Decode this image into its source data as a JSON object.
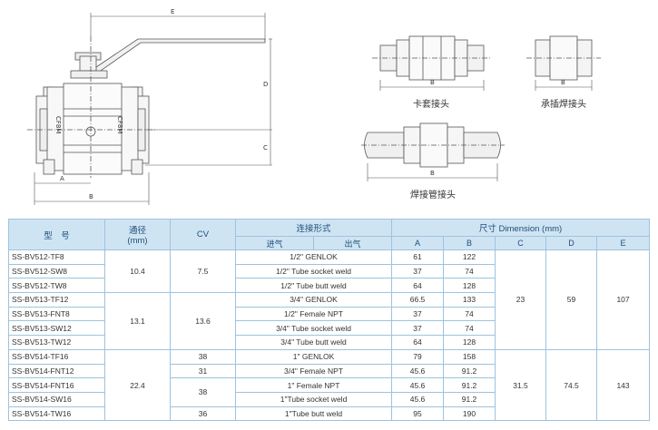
{
  "drawing_labels": {
    "main_dims": {
      "E": "E",
      "D": "D",
      "C": "C",
      "A": "A",
      "B": "B"
    },
    "body_mark_left": "CF8M",
    "body_mark_right": "CF8M",
    "view1_dim": "B",
    "view1_caption": "卡套接头",
    "view2_dim": "B",
    "view2_caption": "承插焊接头",
    "view3_dim": "B",
    "view3_caption": "焊接管接头"
  },
  "table": {
    "headers": {
      "model": "型　号",
      "bore": "通径",
      "bore_unit": "(mm)",
      "cv": "CV",
      "connection": "连接形式",
      "inlet": "进气",
      "outlet": "出气",
      "dimension": "尺寸 Dimension (mm)",
      "A": "A",
      "B": "B",
      "C": "C",
      "D": "D",
      "E": "E"
    },
    "rows": [
      {
        "model": "SS-BV512-TF8",
        "connection": "1/2\" GENLOK",
        "A": "61",
        "B": "122"
      },
      {
        "model": "SS-BV512-SW8",
        "connection": "1/2\" Tube socket weld",
        "A": "37",
        "B": "74"
      },
      {
        "model": "SS-BV512-TW8",
        "connection": "1/2\" Tube butt weld",
        "A": "64",
        "B": "128"
      },
      {
        "model": "SS-BV513-TF12",
        "connection": "3/4\" GENLOK",
        "A": "66.5",
        "B": "133"
      },
      {
        "model": "SS-BV513-FNT8",
        "connection": "1/2\" Female NPT",
        "A": "37",
        "B": "74"
      },
      {
        "model": "SS-BV513-SW12",
        "connection": "3/4\"  Tube socket weld",
        "A": "37",
        "B": "74"
      },
      {
        "model": "SS-BV513-TW12",
        "connection": "3/4\" Tube butt weld",
        "A": "64",
        "B": "128"
      },
      {
        "model": "SS-BV514-TF16",
        "connection": "1\" GENLOK",
        "A": "79",
        "B": "158"
      },
      {
        "model": "SS-BV514-FNT12",
        "connection": "3/4\" Female NPT",
        "A": "45.6",
        "B": "91.2"
      },
      {
        "model": "SS-BV514-FNT16",
        "connection": "1\" Female NPT",
        "A": "45.6",
        "B": "91.2"
      },
      {
        "model": "SS-BV514-SW16",
        "connection": "1\"Tube socket weld",
        "A": "45.6",
        "B": "91.2"
      },
      {
        "model": "SS-BV514-TW16",
        "connection": "1\"Tube butt weld",
        "A": "95",
        "B": "190"
      }
    ],
    "groups": {
      "g512": {
        "bore": "10.4",
        "cv": "7.5"
      },
      "g513": {
        "bore": "13.1",
        "cv": "13.6",
        "C": "23",
        "D": "59",
        "E": "107"
      },
      "g514": {
        "bore": "22.4",
        "cv_tf16": "38",
        "cv_fnt12": "31",
        "cv_fnt16_sw16": "38",
        "cv_tw16": "36",
        "C": "31.5",
        "D": "74.5",
        "E": "143"
      }
    }
  }
}
